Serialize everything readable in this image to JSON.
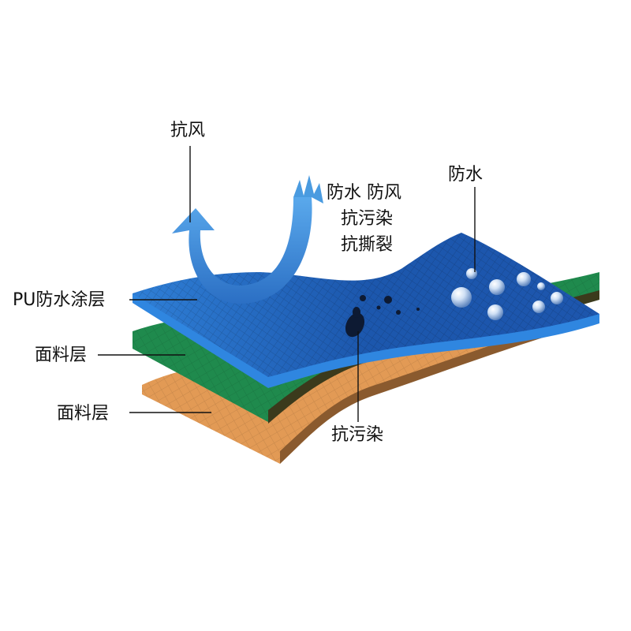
{
  "labels": {
    "top_arrow": "抗风",
    "feature_block": [
      "防水 防风",
      "抗污染",
      "抗撕裂"
    ],
    "droplets": "防水",
    "coating_layer": "PU防水涂层",
    "fabric_layer_middle": "面料层",
    "fabric_layer_bottom": "面料层",
    "stain": "抗污染"
  },
  "colors": {
    "coating_blue": "#1f5fb5",
    "coating_edge": "#2f86e0",
    "fabric_green": "#1f8a4d",
    "fabric_green_edge": "#0f7a52",
    "fabric_orange": "#e29a55",
    "fabric_orange_edge": "#d4894a",
    "arrow_blue": "#4a9be0",
    "stain_dark": "#0d1a33",
    "text": "#111111"
  }
}
